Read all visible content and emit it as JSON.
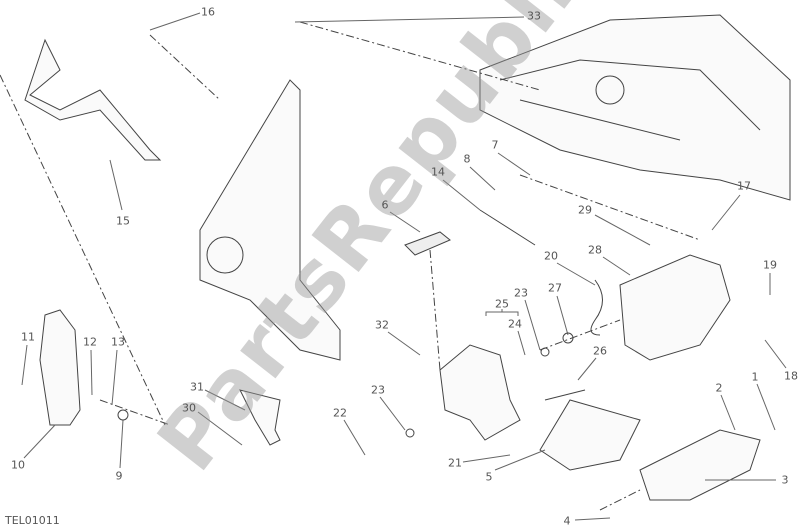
{
  "diagram_code": "TEL01011",
  "watermark": "PartsRepublik",
  "callouts": [
    {
      "id": "16",
      "text": "16"
    },
    {
      "id": "33",
      "text": "33"
    },
    {
      "id": "17",
      "text": "17"
    },
    {
      "id": "15",
      "text": "15"
    },
    {
      "id": "14",
      "text": "14"
    },
    {
      "id": "8",
      "text": "8"
    },
    {
      "id": "7",
      "text": "7"
    },
    {
      "id": "6",
      "text": "6"
    },
    {
      "id": "29",
      "text": "29"
    },
    {
      "id": "28",
      "text": "28"
    },
    {
      "id": "20",
      "text": "20"
    },
    {
      "id": "23a",
      "text": "23"
    },
    {
      "id": "27",
      "text": "27"
    },
    {
      "id": "25",
      "text": "25"
    },
    {
      "id": "24",
      "text": "24"
    },
    {
      "id": "32",
      "text": "32"
    },
    {
      "id": "26",
      "text": "26"
    },
    {
      "id": "19",
      "text": "19"
    },
    {
      "id": "18",
      "text": "18"
    },
    {
      "id": "11",
      "text": "11"
    },
    {
      "id": "12",
      "text": "12"
    },
    {
      "id": "13",
      "text": "13"
    },
    {
      "id": "31",
      "text": "31"
    },
    {
      "id": "30",
      "text": "30"
    },
    {
      "id": "23b",
      "text": "23"
    },
    {
      "id": "22",
      "text": "22"
    },
    {
      "id": "21",
      "text": "21"
    },
    {
      "id": "5",
      "text": "5"
    },
    {
      "id": "2",
      "text": "2"
    },
    {
      "id": "1",
      "text": "1"
    },
    {
      "id": "10",
      "text": "10"
    },
    {
      "id": "9",
      "text": "9"
    },
    {
      "id": "3",
      "text": "3"
    },
    {
      "id": "4",
      "text": "4"
    }
  ]
}
